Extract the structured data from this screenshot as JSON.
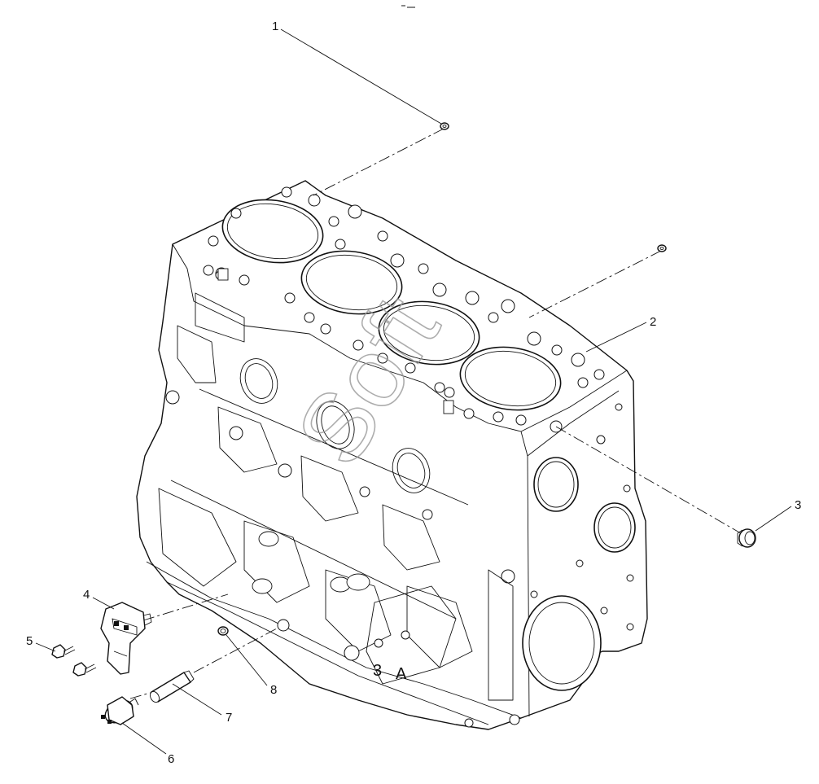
{
  "callouts": [
    {
      "id": "1",
      "label": "1",
      "part": "plug"
    },
    {
      "id": "2",
      "label": "2",
      "part": "cylinder-block"
    },
    {
      "id": "3",
      "label": "3",
      "part": "plug"
    },
    {
      "id": "4",
      "label": "4",
      "part": "sensor"
    },
    {
      "id": "5",
      "label": "5",
      "part": "bolt"
    },
    {
      "id": "6",
      "label": "6",
      "part": "pressure-switch"
    },
    {
      "id": "7",
      "label": "7",
      "part": "adapter"
    },
    {
      "id": "8",
      "label": "8",
      "part": "seal-ring"
    }
  ],
  "stamps": {
    "casting_number": "3",
    "casting_letter": "A"
  },
  "watermark": "Soft",
  "colors": {
    "line": "#111111",
    "background": "#ffffff",
    "watermark": "#999999"
  }
}
